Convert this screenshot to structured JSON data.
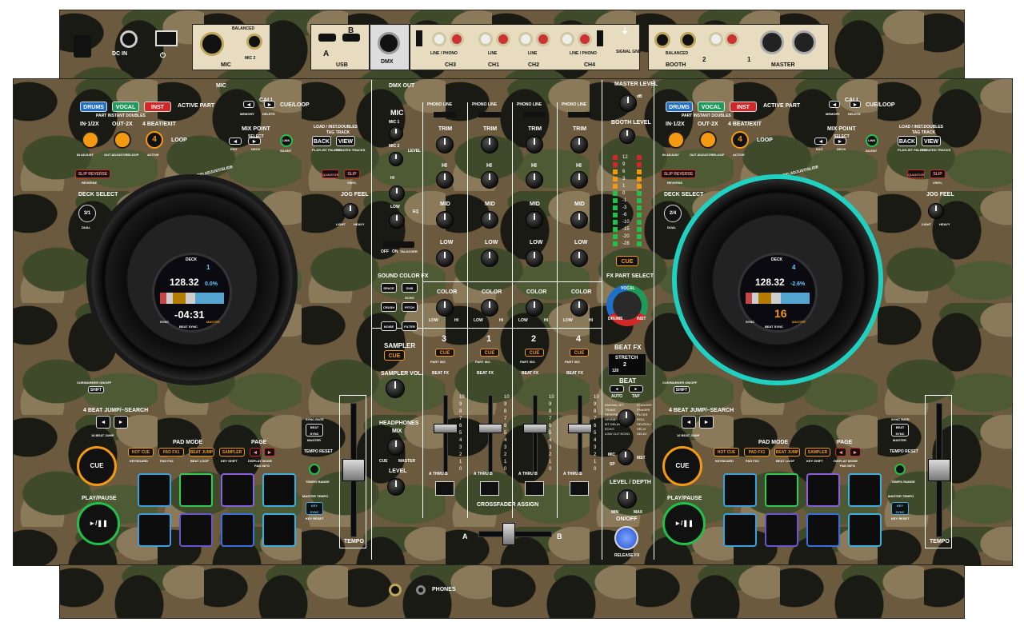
{
  "colors": {
    "drums": "#1f6fc9",
    "vocal": "#1f9a5a",
    "inst": "#d02828",
    "orange": "#f39a12",
    "green_ring": "#22c04a",
    "cyan": "#20d0c0"
  },
  "rear": {
    "dc_in": "DC IN",
    "usb_b": "USB",
    "mic_balanced": "BALANCED",
    "mic2_unbalanced": "MIC 2",
    "mic_label": "MIC",
    "dmx": "DMX",
    "usb_a": "A",
    "usb_b_label": "B",
    "ch3": "CH3",
    "ch1": "CH1",
    "ch2": "CH2",
    "ch4": "CH4",
    "line_phono": "LINE / PHONO",
    "line": "LINE",
    "signal_gnd": "SIGNAL GND",
    "booth": "BOOTH",
    "balanced": "BALANCED",
    "master": "MASTER",
    "master_ch1": "1",
    "master_ch2": "2"
  },
  "left": {
    "parts": [
      "DRUMS",
      "VOCAL",
      "INST"
    ],
    "active_part": "ACTIVE PART",
    "part_instant": "PART INSTANT DOUBLES",
    "call": "CALL",
    "cue_loop": "CUE/LOOP",
    "memory": "MEMORY",
    "delete": "DELETE",
    "in_half": "IN·1/2X",
    "out_2x": "OUT·2X",
    "beat_exit": "4 BEAT/EXIT",
    "loop": "LOOP",
    "in_adjust": "IN ADJUST",
    "out_adjust": "OUT ADJUST/RELOOP",
    "active": "ACTIVE",
    "loop_value": "4",
    "mix_point": "MIX POINT",
    "select": "SELECT",
    "exit": "EXIT",
    "deck": "DECK",
    "link": "LINK",
    "silent": "SILENT",
    "load": "LOAD / INST.DOUBLES",
    "tag_track": "TAG TRACK",
    "back": "BACK",
    "view": "VIEW",
    "playlist_palette": "PLAYLIST PALETTE",
    "related_tracks": "RELATED TRACKS",
    "slip_reverse": "SLIP REVERSE",
    "reverse": "REVERSE",
    "quantize": "QUANTIZE",
    "slip": "SLIP",
    "vinyl": "VINYL",
    "deck_select": "DECK SELECT",
    "deck_num": "3/1",
    "dual": "DUAL",
    "jog_feel": "JOG FEEL",
    "light": "LIGHT",
    "heavy": "HEAVY",
    "grid": "GRID ADJUST/SLIDE",
    "screen": {
      "deck": "DECK",
      "bpm": "128.32",
      "pitch": "0.0%",
      "time": "-04:31",
      "sync": "SYNC",
      "beat_sync": "BEAT SYNC",
      "master": "MASTER",
      "deck_no": "1"
    },
    "cue_marker": "CUE/MARKER ON/OFF",
    "shift": "SHIFT",
    "beat_jump": "4 BEAT JUMP/–SEARCH",
    "beat_jump16": "16 BEAT JUMP",
    "sync_rate": "SYNC RATE",
    "beat_sync": "BEAT SYNC",
    "master": "MASTER",
    "pad_mode": "PAD MODE",
    "page": "PAGE",
    "modes": [
      "HOT CUE",
      "PAD FX1",
      "BEAT JUMP",
      "SAMPLER"
    ],
    "modes2": [
      "KEYBOARD",
      "PAD FX2",
      "BEAT LOOP",
      "KEY SHIFT"
    ],
    "display_mode": "DISPLAY MODE",
    "pad_info": "PAD INFO",
    "tempo_reset": "TEMPO RESET",
    "tempo_range": "TEMPO RANGE",
    "master_tempo": "MASTER TEMPO",
    "key_sync": "KEY SYNC",
    "key_reset": "KEY RESET",
    "cue": "CUE",
    "play": "PLAY/PAUSE",
    "play_icon": "►/❚❚",
    "tempo": "TEMPO",
    "pads": [
      "#3aa0e0",
      "#2ecc55",
      "#8a5fe0",
      "#3ab0e0",
      "#3aa0e0",
      "#6a55d0",
      "#3a6fe0",
      "#3ab0e0"
    ]
  },
  "right": {
    "parts": [
      "DRUMS",
      "VOCAL",
      "INST"
    ],
    "active_part": "ACTIVE PART",
    "part_instant": "PART INSTANT DOUBLES",
    "call": "CALL",
    "cue_loop": "CUE/LOOP",
    "memory": "MEMORY",
    "delete": "DELETE",
    "in_half": "IN·1/2X",
    "out_2x": "OUT·2X",
    "beat_exit": "4 BEAT/EXIT",
    "loop": "LOOP",
    "in_adjust": "IN ADJUST",
    "out_adjust": "OUT ADJUST/RELOOP",
    "active": "ACTIVE",
    "loop_value": "4",
    "mix_point": "MIX POINT",
    "select": "SELECT",
    "exit": "EXIT",
    "deck": "DECK",
    "link": "LINK",
    "silent": "SILENT",
    "load": "LOAD / INST.DOUBLES",
    "tag_track": "TAG TRACK",
    "back": "BACK",
    "view": "VIEW",
    "playlist_palette": "PLAYLIST PALETTE",
    "related_tracks": "RELATED TRACKS",
    "slip_reverse": "SLIP REVERSE",
    "reverse": "REVERSE",
    "quantize": "QUANTIZE",
    "slip": "SLIP",
    "vinyl": "VINYL",
    "deck_select": "DECK SELECT",
    "deck_num": "2/4",
    "dual": "DUAL",
    "jog_feel": "JOG FEEL",
    "light": "LIGHT",
    "heavy": "HEAVY",
    "grid": "GRID ADJUST/SLIDE",
    "screen": {
      "deck": "DECK",
      "bpm": "128.32",
      "pitch": "-2.6%",
      "beat": "16",
      "sync": "SYNC",
      "beat_sync": "BEAT SYNC",
      "master": "MASTER",
      "deck_no": "4"
    },
    "cue_marker": "CUE/MARKER ON/OFF",
    "shift": "SHIFT",
    "beat_jump": "4 BEAT JUMP/–SEARCH",
    "beat_jump16": "16 BEAT JUMP",
    "sync_rate": "SYNC RATE",
    "beat_sync": "BEAT SYNC",
    "master": "MASTER",
    "pad_mode": "PAD MODE",
    "page": "PAGE",
    "modes": [
      "HOT CUE",
      "PAD FX1",
      "BEAT JUMP",
      "SAMPLER"
    ],
    "modes2": [
      "KEYBOARD",
      "PAD FX2",
      "BEAT LOOP",
      "KEY SHIFT"
    ],
    "display_mode": "DISPLAY MODE",
    "pad_info": "PAD INFO",
    "tempo_reset": "TEMPO RESET",
    "tempo_range": "TEMPO RANGE",
    "master_tempo": "MASTER TEMPO",
    "key_sync": "KEY SYNC",
    "key_reset": "KEY RESET",
    "cue": "CUE",
    "play": "PLAY/PAUSE",
    "play_icon": "►/❚❚",
    "tempo": "TEMPO",
    "pads": [
      "#3aa0e0",
      "#2ecc55",
      "#8a5fe0",
      "#3ab0e0",
      "#3aa0e0",
      "#6a55d0",
      "#3a6fe0",
      "#3ab0e0"
    ]
  },
  "mixer": {
    "mic": "MIC",
    "dmx_out": "DMX OUT",
    "mic1": "MIC 1",
    "mic2": "MIC 2",
    "level": "LEVEL",
    "hi": "HI",
    "low": "LOW",
    "eq": "EQ",
    "off": "OFF",
    "on": "ON",
    "talkover": "TALKOVER",
    "phono_line": "PHONO LINE",
    "trim": "TRIM",
    "hi_band": "HI",
    "mid": "MID",
    "low_band": "LOW",
    "color": "COLOR",
    "lo": "LOW",
    "hi2": "HI",
    "sound_color_fx": "SOUND COLOR FX",
    "scfx": [
      "SPACE",
      "DUB ECHO",
      "CRUSH",
      "PITCH",
      "NOISE",
      "FILTER"
    ],
    "sampler": "SAMPLER",
    "cue": "CUE",
    "sampler_vol": "SAMPLER VOL.",
    "headphones": "HEADPHONES",
    "mix": "MIX",
    "cue_lbl": "CUE",
    "master_lbl": "MASTER",
    "level_lbl": "LEVEL",
    "channels": [
      "3",
      "1",
      "2",
      "4"
    ],
    "part_iso": "PART ISO",
    "beat_fx": "BEAT FX",
    "thru": "A  THRU  B",
    "crossfader_assign": "CROSSFADER ASSIGN",
    "a": "A",
    "b": "B",
    "master_level": "MASTER LEVEL",
    "booth_level": "BOOTH LEVEL",
    "db": "dB",
    "meter": [
      "12",
      "9",
      "6",
      "3",
      "1",
      "0",
      "-1",
      "-3",
      "-6",
      "-10",
      "-15",
      "-20",
      "-28"
    ],
    "fader_scale": [
      "10",
      "9",
      "8",
      "7",
      "6",
      "5",
      "4",
      "3",
      "2",
      "1",
      "0"
    ],
    "fx_part_select": "FX PART SELECT",
    "vocal": "VOCAL",
    "drums": "DRUMS",
    "inst": "INST",
    "beatfx_title": "BEAT FX",
    "stretch": "STRETCH",
    "stretch_val": "2",
    "bpm_small": "120",
    "beat_lbl": "BEAT",
    "auto": "AUTO",
    "tap": "TAP",
    "fx_list": [
      "ENIGMA JET",
      "TRANS",
      "REVERB",
      "SPIRAL",
      "MT DELAY",
      "ECHO",
      "LOW CUT ECHO",
      "FLANGER",
      "PHASER",
      "FILTER",
      "ROLL",
      "REVROLL",
      "HELIX",
      "DELAY"
    ],
    "mic_sel": "MIC",
    "sp": "SP",
    "mst": "MST",
    "level_depth": "LEVEL / DEPTH",
    "min": "MIN",
    "max": "MAX",
    "on_off": "ON/OFF",
    "release_fx": "RELEASE FX"
  },
  "front": {
    "phones": "PHONES"
  }
}
